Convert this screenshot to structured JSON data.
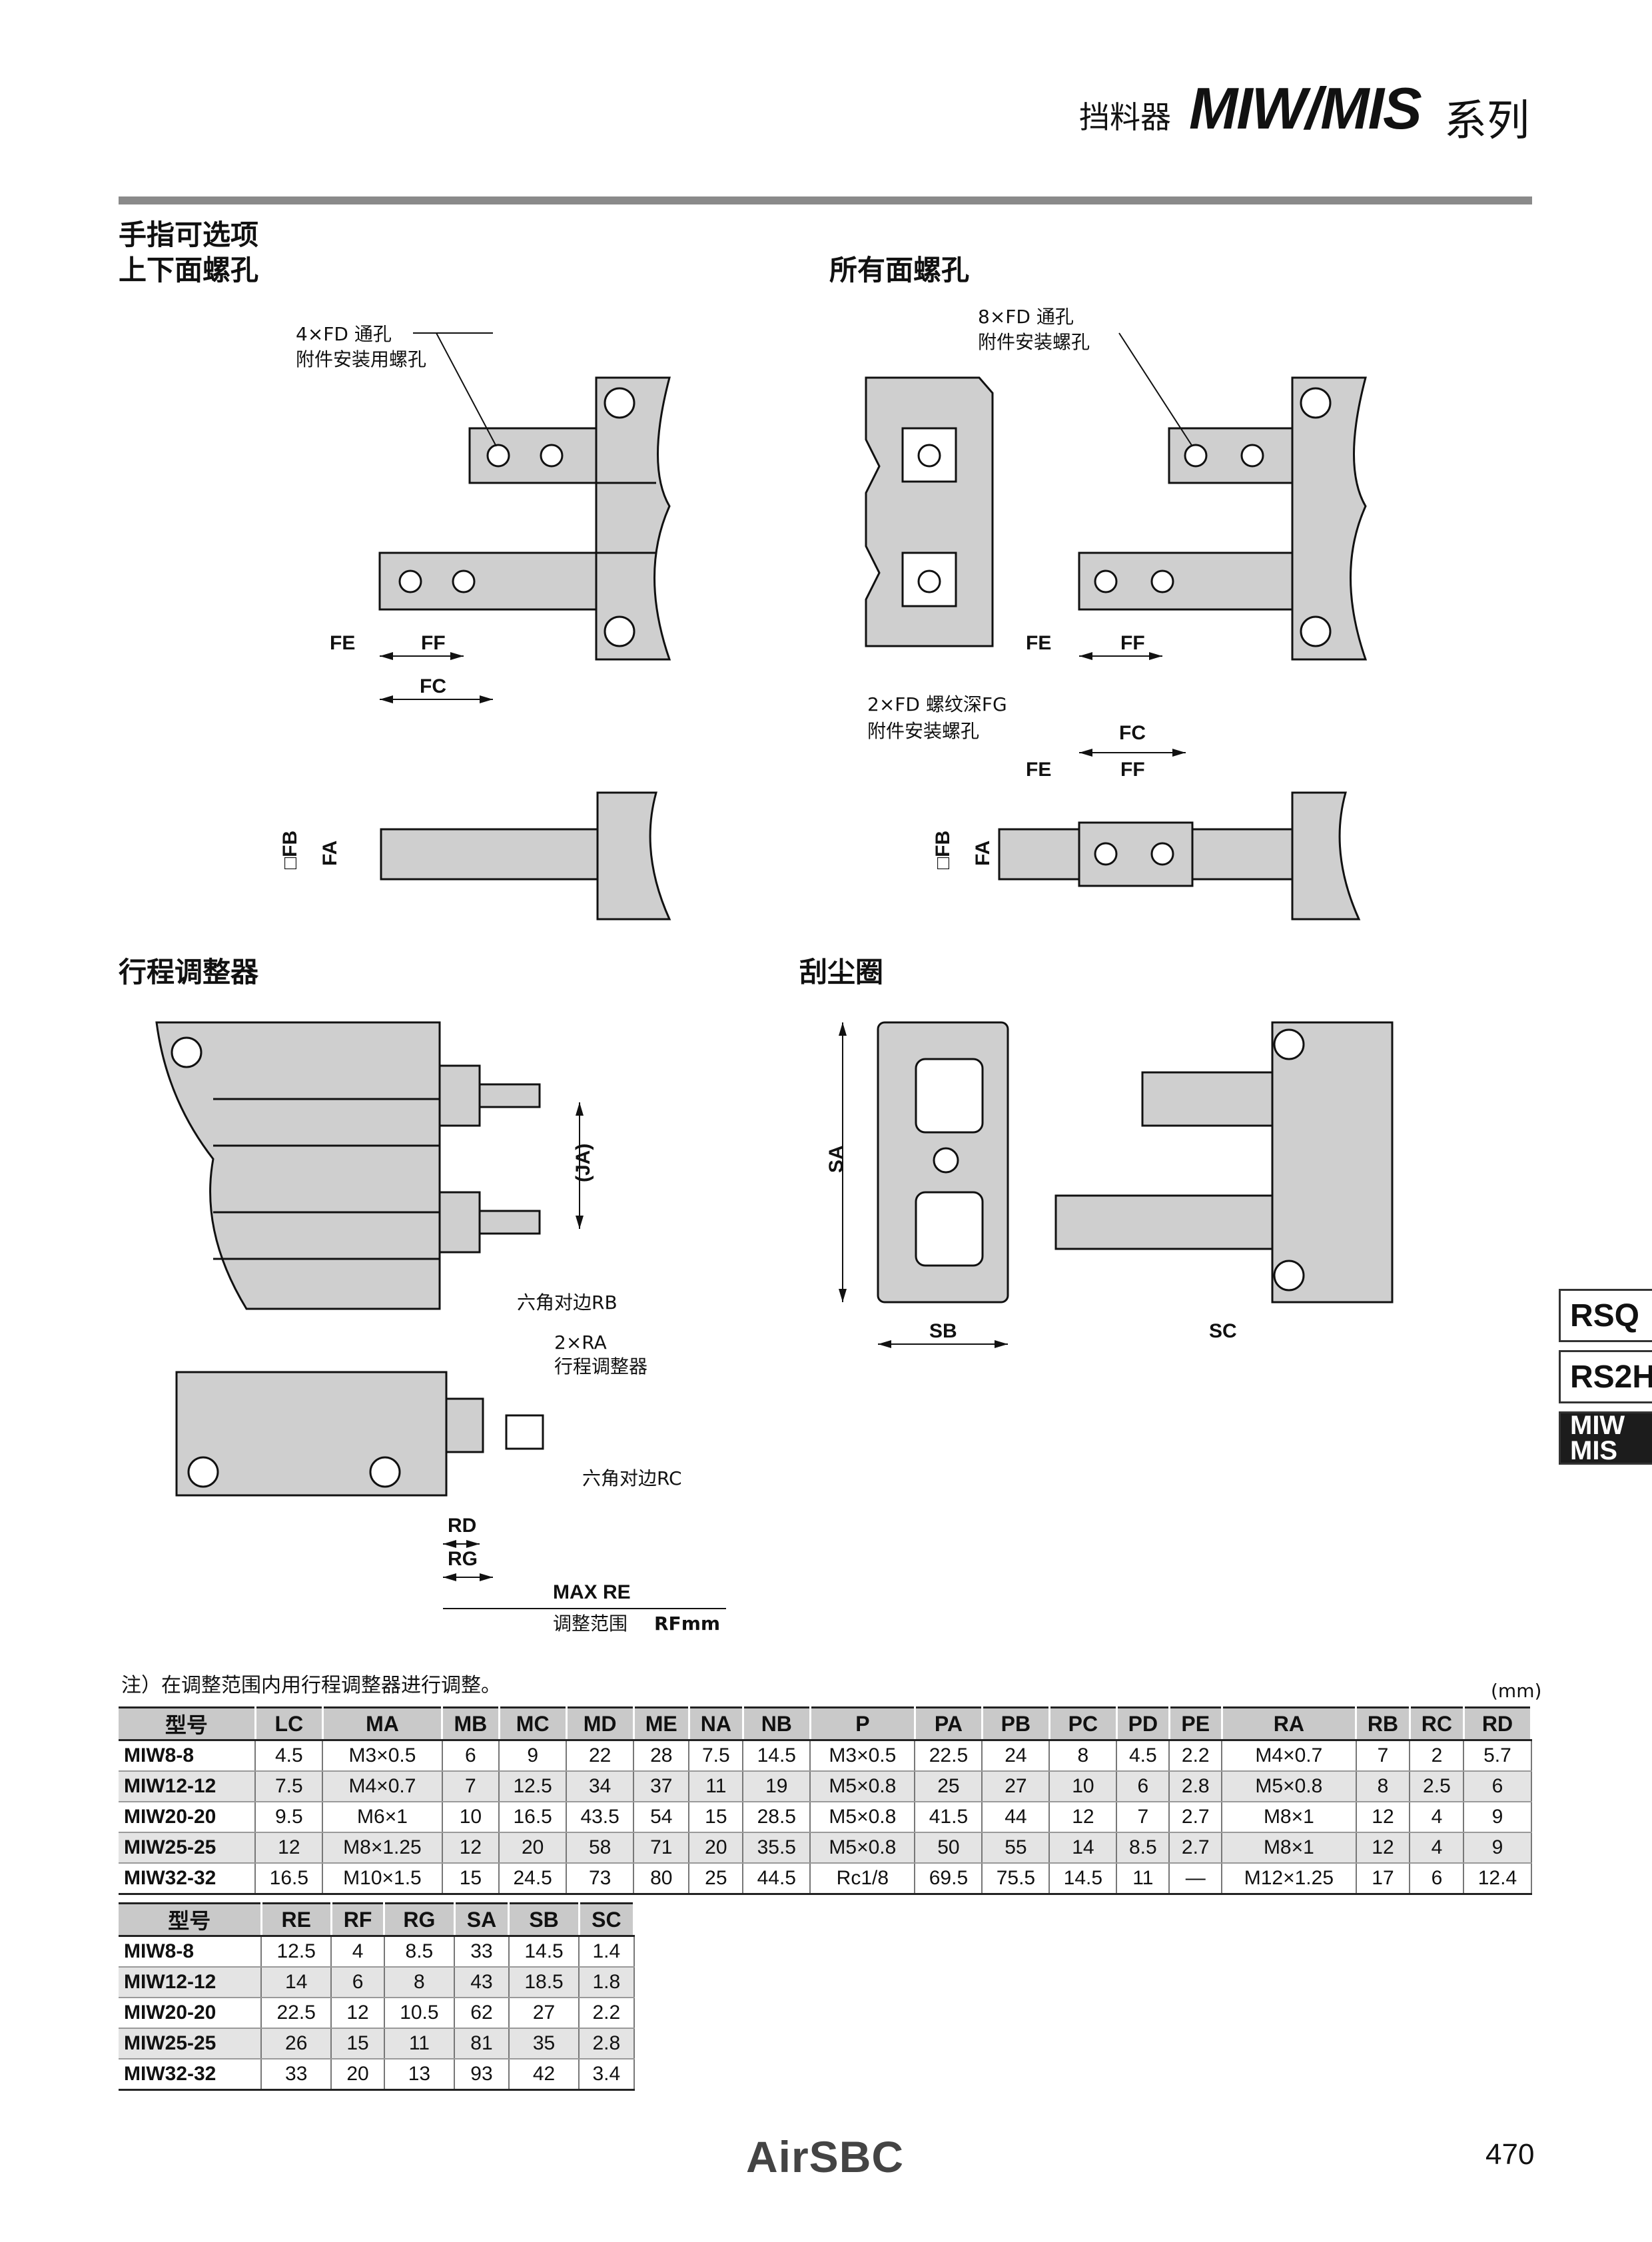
{
  "header": {
    "category": "挡料器",
    "series": "MIW/MIS",
    "suffix": "系列"
  },
  "sections": {
    "finger_options_title": "手指可选项",
    "top_bottom_holes": "上下面螺孔",
    "all_sides_holes": "所有面螺孔",
    "stroke_adjuster": "行程调整器",
    "scraper": "刮尘圈"
  },
  "labels": {
    "fd4": "4×FD 通孔",
    "fd8": "8×FD 通孔",
    "attach_hole": "附件安装用螺孔",
    "attach_screw": "附件安装螺孔",
    "fd2": "2×FD 螺纹深FG",
    "attach_screw2": "附件安装螺孔",
    "hex_rb": "六角对边RB",
    "ra2": "2×RA",
    "stroke_adj": "行程调整器",
    "hex_rc": "六角对边RC",
    "max_re": "MAX RE",
    "adj_range": "调整范围",
    "rf_mm": "RFmm"
  },
  "dims": {
    "fe": "FE",
    "ff": "FF",
    "fc": "FC",
    "fb": "□FB",
    "fa": "FA",
    "ja": "(JA)",
    "rd": "RD",
    "rg": "RG",
    "sa": "SA",
    "sb": "SB",
    "sc": "SC"
  },
  "note": "注）在调整范围内用行程调整器进行调整。",
  "unit": "(mm)",
  "table1": {
    "headers": [
      "型号",
      "LC",
      "MA",
      "MB",
      "MC",
      "MD",
      "ME",
      "NA",
      "NB",
      "P",
      "PA",
      "PB",
      "PC",
      "PD",
      "PE",
      "RA",
      "RB",
      "RC",
      "RD"
    ],
    "rows": [
      [
        "MIW8-8",
        "4.5",
        "M3×0.5",
        "6",
        "9",
        "22",
        "28",
        "7.5",
        "14.5",
        "M3×0.5",
        "22.5",
        "24",
        "8",
        "4.5",
        "2.2",
        "M4×0.7",
        "7",
        "2",
        "5.7"
      ],
      [
        "MIW12-12",
        "7.5",
        "M4×0.7",
        "7",
        "12.5",
        "34",
        "37",
        "11",
        "19",
        "M5×0.8",
        "25",
        "27",
        "10",
        "6",
        "2.8",
        "M5×0.8",
        "8",
        "2.5",
        "6"
      ],
      [
        "MIW20-20",
        "9.5",
        "M6×1",
        "10",
        "16.5",
        "43.5",
        "54",
        "15",
        "28.5",
        "M5×0.8",
        "41.5",
        "44",
        "12",
        "7",
        "2.7",
        "M8×1",
        "12",
        "4",
        "9"
      ],
      [
        "MIW25-25",
        "12",
        "M8×1.25",
        "12",
        "20",
        "58",
        "71",
        "20",
        "35.5",
        "M5×0.8",
        "50",
        "55",
        "14",
        "8.5",
        "2.7",
        "M8×1",
        "12",
        "4",
        "9"
      ],
      [
        "MIW32-32",
        "16.5",
        "M10×1.5",
        "15",
        "24.5",
        "73",
        "80",
        "25",
        "44.5",
        "Rc1/8",
        "69.5",
        "75.5",
        "14.5",
        "11",
        "—",
        "M12×1.25",
        "17",
        "6",
        "12.4"
      ]
    ]
  },
  "table2": {
    "headers": [
      "型号",
      "RE",
      "RF",
      "RG",
      "SA",
      "SB",
      "SC"
    ],
    "rows": [
      [
        "MIW8-8",
        "12.5",
        "4",
        "8.5",
        "33",
        "14.5",
        "1.4"
      ],
      [
        "MIW12-12",
        "14",
        "6",
        "8",
        "43",
        "18.5",
        "1.8"
      ],
      [
        "MIW20-20",
        "22.5",
        "12",
        "10.5",
        "62",
        "27",
        "2.2"
      ],
      [
        "MIW25-25",
        "26",
        "15",
        "11",
        "81",
        "35",
        "2.8"
      ],
      [
        "MIW32-32",
        "33",
        "20",
        "13",
        "93",
        "42",
        "3.4"
      ]
    ]
  },
  "side_tabs": [
    "RSQ",
    "RS2H",
    "MIW MIS"
  ],
  "footer": {
    "logo": "AirSBC",
    "page": "470"
  }
}
